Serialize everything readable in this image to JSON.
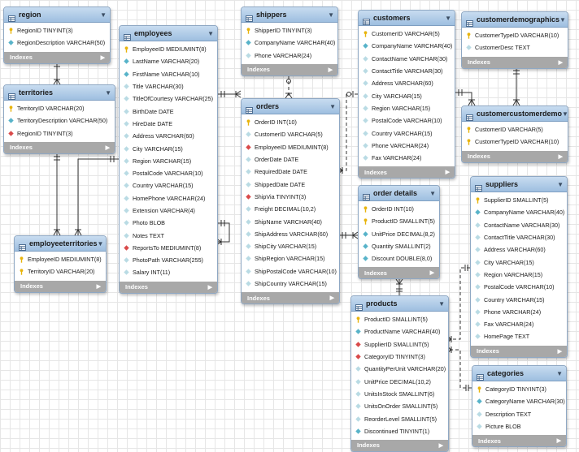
{
  "indexes_label": "Indexes",
  "tables": [
    {
      "id": "region",
      "name": "region",
      "columns": [
        {
          "name": "RegionID TINYINT(3)",
          "kind": "pk"
        },
        {
          "name": "RegionDescription VARCHAR(50)",
          "kind": "col"
        }
      ]
    },
    {
      "id": "territories",
      "name": "territories",
      "columns": [
        {
          "name": "TerritoryID VARCHAR(20)",
          "kind": "pk"
        },
        {
          "name": "TerritoryDescription VARCHAR(50)",
          "kind": "col"
        },
        {
          "name": "RegionID TINYINT(3)",
          "kind": "fk"
        }
      ]
    },
    {
      "id": "employeeterritories",
      "name": "employeeterritories",
      "columns": [
        {
          "name": "EmployeeID MEDIUMINT(8)",
          "kind": "pk"
        },
        {
          "name": "TerritoryID VARCHAR(20)",
          "kind": "pk"
        }
      ]
    },
    {
      "id": "employees",
      "name": "employees",
      "columns": [
        {
          "name": "EmployeeID MEDIUMINT(8)",
          "kind": "pk"
        },
        {
          "name": "LastName VARCHAR(20)",
          "kind": "col"
        },
        {
          "name": "FirstName VARCHAR(10)",
          "kind": "col"
        },
        {
          "name": "Title VARCHAR(30)",
          "kind": "null"
        },
        {
          "name": "TitleOfCourtesy VARCHAR(25)",
          "kind": "null"
        },
        {
          "name": "BirthDate DATE",
          "kind": "null"
        },
        {
          "name": "HireDate DATE",
          "kind": "null"
        },
        {
          "name": "Address VARCHAR(60)",
          "kind": "null"
        },
        {
          "name": "City VARCHAR(15)",
          "kind": "null"
        },
        {
          "name": "Region VARCHAR(15)",
          "kind": "null"
        },
        {
          "name": "PostalCode VARCHAR(10)",
          "kind": "null"
        },
        {
          "name": "Country VARCHAR(15)",
          "kind": "null"
        },
        {
          "name": "HomePhone VARCHAR(24)",
          "kind": "null"
        },
        {
          "name": "Extension VARCHAR(4)",
          "kind": "null"
        },
        {
          "name": "Photo BLOB",
          "kind": "null"
        },
        {
          "name": "Notes TEXT",
          "kind": "null"
        },
        {
          "name": "ReportsTo MEDIUMINT(8)",
          "kind": "fk"
        },
        {
          "name": "PhotoPath VARCHAR(255)",
          "kind": "null"
        },
        {
          "name": "Salary INT(11)",
          "kind": "null"
        }
      ]
    },
    {
      "id": "shippers",
      "name": "shippers",
      "columns": [
        {
          "name": "ShipperID TINYINT(3)",
          "kind": "pk"
        },
        {
          "name": "CompanyName VARCHAR(40)",
          "kind": "col"
        },
        {
          "name": "Phone VARCHAR(24)",
          "kind": "null"
        }
      ]
    },
    {
      "id": "orders",
      "name": "orders",
      "columns": [
        {
          "name": "OrderID INT(10)",
          "kind": "pk"
        },
        {
          "name": "CustomerID VARCHAR(5)",
          "kind": "null"
        },
        {
          "name": "EmployeeID MEDIUMINT(8)",
          "kind": "fk"
        },
        {
          "name": "OrderDate DATE",
          "kind": "null"
        },
        {
          "name": "RequiredDate DATE",
          "kind": "null"
        },
        {
          "name": "ShippedDate DATE",
          "kind": "null"
        },
        {
          "name": "ShipVia TINYINT(3)",
          "kind": "fk"
        },
        {
          "name": "Freight DECIMAL(10,2)",
          "kind": "null"
        },
        {
          "name": "ShipName VARCHAR(40)",
          "kind": "null"
        },
        {
          "name": "ShipAddress VARCHAR(60)",
          "kind": "null"
        },
        {
          "name": "ShipCity VARCHAR(15)",
          "kind": "null"
        },
        {
          "name": "ShipRegion VARCHAR(15)",
          "kind": "null"
        },
        {
          "name": "ShipPostalCode VARCHAR(10)",
          "kind": "null"
        },
        {
          "name": "ShipCountry VARCHAR(15)",
          "kind": "null"
        }
      ]
    },
    {
      "id": "customers",
      "name": "customers",
      "columns": [
        {
          "name": "CustomerID VARCHAR(5)",
          "kind": "pk"
        },
        {
          "name": "CompanyName VARCHAR(40)",
          "kind": "col"
        },
        {
          "name": "ContactName VARCHAR(30)",
          "kind": "null"
        },
        {
          "name": "ContactTitle VARCHAR(30)",
          "kind": "null"
        },
        {
          "name": "Address VARCHAR(60)",
          "kind": "null"
        },
        {
          "name": "City VARCHAR(15)",
          "kind": "null"
        },
        {
          "name": "Region VARCHAR(15)",
          "kind": "null"
        },
        {
          "name": "PostalCode VARCHAR(10)",
          "kind": "null"
        },
        {
          "name": "Country VARCHAR(15)",
          "kind": "null"
        },
        {
          "name": "Phone VARCHAR(24)",
          "kind": "null"
        },
        {
          "name": "Fax VARCHAR(24)",
          "kind": "null"
        }
      ]
    },
    {
      "id": "customerdemographics",
      "name": "customerdemographics",
      "columns": [
        {
          "name": "CustomerTypeID VARCHAR(10)",
          "kind": "pk"
        },
        {
          "name": "CustomerDesc TEXT",
          "kind": "null"
        }
      ]
    },
    {
      "id": "customercustomerdemo",
      "name": "customercustomerdemo",
      "columns": [
        {
          "name": "CustomerID VARCHAR(5)",
          "kind": "pk"
        },
        {
          "name": "CustomerTypeID VARCHAR(10)",
          "kind": "pk"
        }
      ]
    },
    {
      "id": "order_details",
      "name": "order details",
      "columns": [
        {
          "name": "OrderID INT(10)",
          "kind": "pk"
        },
        {
          "name": "ProductID SMALLINT(5)",
          "kind": "pk"
        },
        {
          "name": "UnitPrice DECIMAL(8,2)",
          "kind": "col"
        },
        {
          "name": "Quantity SMALLINT(2)",
          "kind": "col"
        },
        {
          "name": "Discount DOUBLE(8,0)",
          "kind": "col"
        }
      ]
    },
    {
      "id": "products",
      "name": "products",
      "columns": [
        {
          "name": "ProductID SMALLINT(5)",
          "kind": "pk"
        },
        {
          "name": "ProductName VARCHAR(40)",
          "kind": "col"
        },
        {
          "name": "SupplierID SMALLINT(5)",
          "kind": "fk"
        },
        {
          "name": "CategoryID TINYINT(3)",
          "kind": "fk"
        },
        {
          "name": "QuantityPerUnit VARCHAR(20)",
          "kind": "null"
        },
        {
          "name": "UnitPrice DECIMAL(10,2)",
          "kind": "null"
        },
        {
          "name": "UnitsInStock SMALLINT(6)",
          "kind": "null"
        },
        {
          "name": "UnitsOnOrder SMALLINT(5)",
          "kind": "null"
        },
        {
          "name": "ReorderLevel SMALLINT(5)",
          "kind": "null"
        },
        {
          "name": "Discontinued TINYINT(1)",
          "kind": "col"
        }
      ]
    },
    {
      "id": "suppliers",
      "name": "suppliers",
      "columns": [
        {
          "name": "SupplierID SMALLINT(5)",
          "kind": "pk"
        },
        {
          "name": "CompanyName VARCHAR(40)",
          "kind": "col"
        },
        {
          "name": "ContactName VARCHAR(30)",
          "kind": "null"
        },
        {
          "name": "ContactTitle VARCHAR(30)",
          "kind": "null"
        },
        {
          "name": "Address VARCHAR(60)",
          "kind": "null"
        },
        {
          "name": "City VARCHAR(15)",
          "kind": "null"
        },
        {
          "name": "Region VARCHAR(15)",
          "kind": "null"
        },
        {
          "name": "PostalCode VARCHAR(10)",
          "kind": "null"
        },
        {
          "name": "Country VARCHAR(15)",
          "kind": "null"
        },
        {
          "name": "Phone VARCHAR(24)",
          "kind": "null"
        },
        {
          "name": "Fax VARCHAR(24)",
          "kind": "null"
        },
        {
          "name": "HomePage TEXT",
          "kind": "null"
        }
      ]
    },
    {
      "id": "categories",
      "name": "categories",
      "columns": [
        {
          "name": "CategoryID TINYINT(3)",
          "kind": "pk"
        },
        {
          "name": "CategoryName VARCHAR(30)",
          "kind": "col"
        },
        {
          "name": "Description TEXT",
          "kind": "null"
        },
        {
          "name": "Picture BLOB",
          "kind": "null"
        }
      ]
    }
  ],
  "colors": {
    "pk": "#e8b40c",
    "col": "#57b3c9",
    "null": "#b9dbe4",
    "fk": "#d94a4a",
    "line": "#333333"
  }
}
